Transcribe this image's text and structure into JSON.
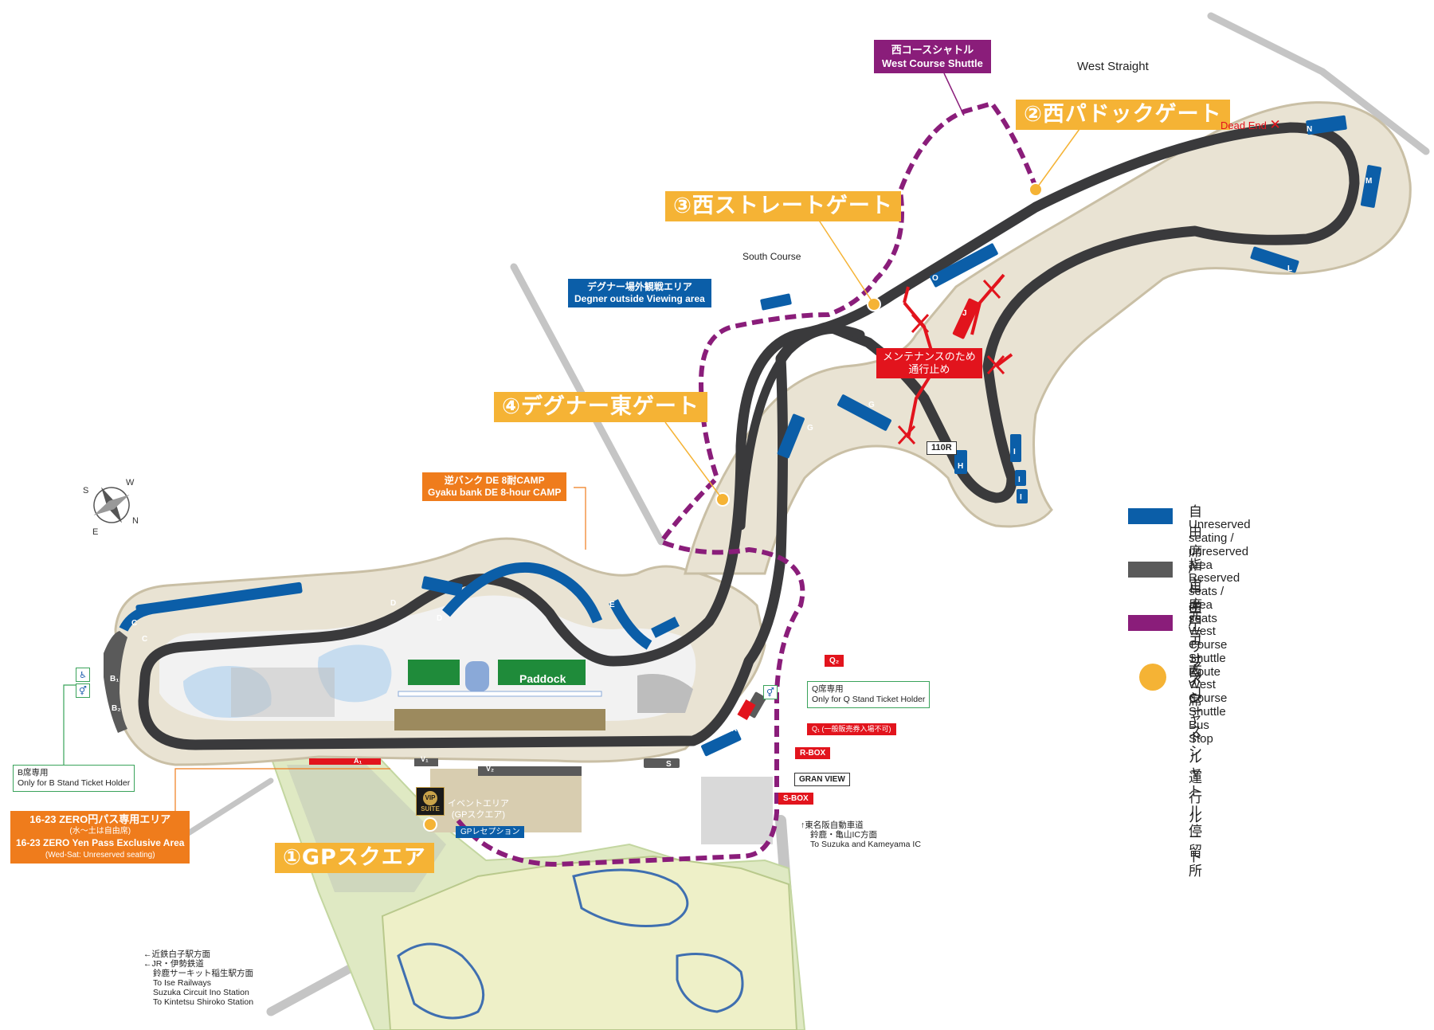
{
  "gates": {
    "gp_square": "①GPスクエア",
    "west_paddock": "②西パドックゲート",
    "west_straight": "③西ストレートゲート",
    "degner_east": "④デグナー東ゲート"
  },
  "shuttle_label": {
    "ja": "西コースシャトル",
    "en": "West Course Shuttle"
  },
  "areas": {
    "west_straight": "West Straight",
    "south_course": "South Course",
    "dead_end": "Dead End",
    "degner_viewing": {
      "ja": "デグナー場外観戦エリア",
      "en": "Degner outside Viewing area"
    },
    "gyaku_bank": {
      "ja": "逆バンク DE 8耐CAMP",
      "en": "Gyaku bank DE 8-hour CAMP"
    },
    "maintenance": {
      "line1": "メンテナンスのため",
      "line2": "通行止め"
    },
    "paddock": "Paddock",
    "event_area": {
      "line1": "イベントエリア",
      "line2": "(GPスクエア)"
    },
    "gp_reception": "GPレセプション",
    "vip_suite": "SUITE",
    "vip_mark": "VIP"
  },
  "stand_notes": {
    "b": {
      "ja": "B席専用",
      "en": "Only for B Stand Ticket Holder"
    },
    "q": {
      "ja": "Q席専用",
      "en": "Only for Q Stand Ticket Holder"
    },
    "q1": "Q₁ (一般販売券入場不可)",
    "zero_pass": {
      "line1": "16-23 ZERO円パス専用エリア",
      "line2": "(水〜土は自由席)",
      "line3": "16-23 ZERO Yen Pass Exclusive Area",
      "line4": "(Wed-Sat: Unreserved seating)"
    }
  },
  "tags": {
    "q2": "Q₂",
    "r_box": "R-BOX",
    "s_box": "S-BOX",
    "gran_view": "GRAN VIEW",
    "corner_110r": "110R",
    "a1": "A₁",
    "v1": "V₁",
    "v2": "V₂"
  },
  "stands": [
    "N",
    "M",
    "L",
    "O",
    "J",
    "G",
    "G",
    "H",
    "I",
    "I",
    "I",
    "C",
    "C",
    "B₁",
    "B₂",
    "D",
    "D",
    "E",
    "R",
    "S"
  ],
  "directions": {
    "expressway": {
      "line1": "↑東名阪自動車道",
      "line2": "鈴鹿・亀山IC方面",
      "line3": "To Suzuka and Kameyama IC"
    },
    "stations": {
      "line1": "←近鉄白子駅方面",
      "line2": "←JR・伊勢鉄道",
      "line3": "鈴鹿サーキット稲生駅方面",
      "line4": "To Ise Railways",
      "line5": "Suzuka Circuit Ino Station",
      "line6": "To Kintetsu Shiroko Station"
    }
  },
  "compass": {
    "n": "N",
    "e": "E",
    "s": "S",
    "w": "W"
  },
  "legend": [
    {
      "ja": "自由席 / 自由エリア",
      "en": "Unreserved seating / unreserved area",
      "color": "#0b5ea8",
      "kind": "swatch"
    },
    {
      "ja": "指定席 / エリア席",
      "en": "Reserved seats / area seats",
      "color": "#5a5a5a",
      "kind": "swatch"
    },
    {
      "ja": "西コースシャトル運行ルート",
      "en": "West Course Shuttle Route",
      "color": "#8a1d7a",
      "kind": "swatch"
    },
    {
      "ja": "西コースシャトル停留所",
      "en": "West Course Shuttle Bus Stop",
      "color": "#f5b335",
      "kind": "dot"
    }
  ],
  "colors": {
    "track": "#3a3a3c",
    "runoff": "#e9e3d3",
    "runoff_edge": "#c9bfa5",
    "unreserved": "#0b5ea8",
    "shuttle": "#8a1d7a",
    "stop": "#f5b335",
    "closed": "#e2141d",
    "park": "#dfe9c3"
  }
}
